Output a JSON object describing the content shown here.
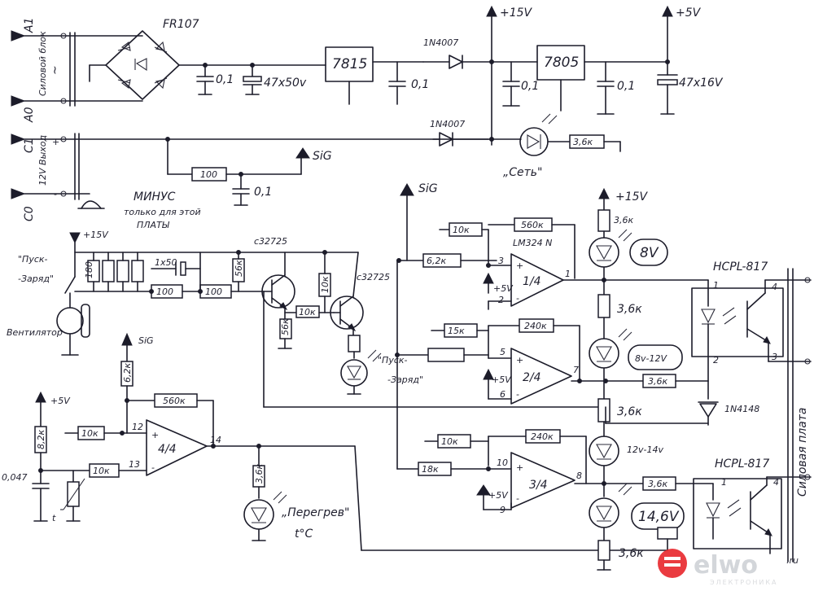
{
  "labels": {
    "pins": {
      "a1": "A1",
      "a0": "A0",
      "c1": "C1",
      "c0": "C0",
      "plus": "+",
      "minus": "-"
    },
    "power_block": "Силовой блок",
    "power_tilde": "~",
    "out_12v": "12V Выход",
    "bridge": "FR107",
    "c_01": "0,1",
    "c_47x50": "47x50v",
    "c_47x16": "47x16V",
    "reg_7815": "7815",
    "reg_7805": "7805",
    "diode_1n4007_a": "1N4007",
    "diode_1n4007_b": "1N4007",
    "rail_15v": "+15V",
    "rail_5v": "+5V",
    "net_label": "„Сеть\"",
    "sig": "SiG",
    "r_100": "100",
    "r_36k": "3,6к",
    "minus_note_1": "МИНУС",
    "minus_note_2": "только для этой",
    "minus_note_3": "ПЛАТЫ",
    "start_charge_a": "\"Пуск-",
    "start_charge_b": "-Заряд\"",
    "fan": "Вентилятор",
    "transistor": "c32725",
    "r_180": "180",
    "c_1x50": "1x50",
    "r_10k": "10к",
    "r_56k": "56к",
    "r_560k": "560к",
    "r_62k": "6,2к",
    "r_15k": "15к",
    "r_240k": "240к",
    "r_18k": "18к",
    "r_62": "6,2к",
    "r_82k": "8,2к",
    "c_0047": "0,047",
    "t_label": "t",
    "opamp": "LM324 N",
    "op_1": "1/4",
    "op_2": "2/4",
    "op_3": "3/4",
    "op_4": "4/4",
    "pin_numbers": {
      "p1": "1",
      "p2": "2",
      "p3": "3",
      "p4": "4",
      "p5": "5",
      "p6": "6",
      "p7": "7",
      "p8": "8",
      "p9": "9",
      "p10": "10",
      "p12": "12",
      "p13": "13",
      "p14": "14"
    },
    "plus_sign": "+",
    "minus_sign": "-",
    "led_8v": "8V",
    "led_8v12v": "8v-12V",
    "led_12v14v": "12v-14v",
    "led_146v": "14,6V",
    "optocoupler": "HCPL-817",
    "diode_1n4148": "1N4148",
    "power_board": "Силовая плата",
    "overheat_a": "„Перегрев\"",
    "overheat_b": "t°C",
    "start_mid_a": "\"Пуск-",
    "start_mid_b": "-Заряд\""
  },
  "watermark": {
    "brand": "elwo",
    "suffix": ".ru",
    "sub": "ЭЛЕКТРОНИКА"
  },
  "colors": {
    "ink": "#1c1c2a",
    "paper": "#ffffff",
    "logo_red": "#e8262c",
    "logo_gray": "#cfd2d6"
  }
}
